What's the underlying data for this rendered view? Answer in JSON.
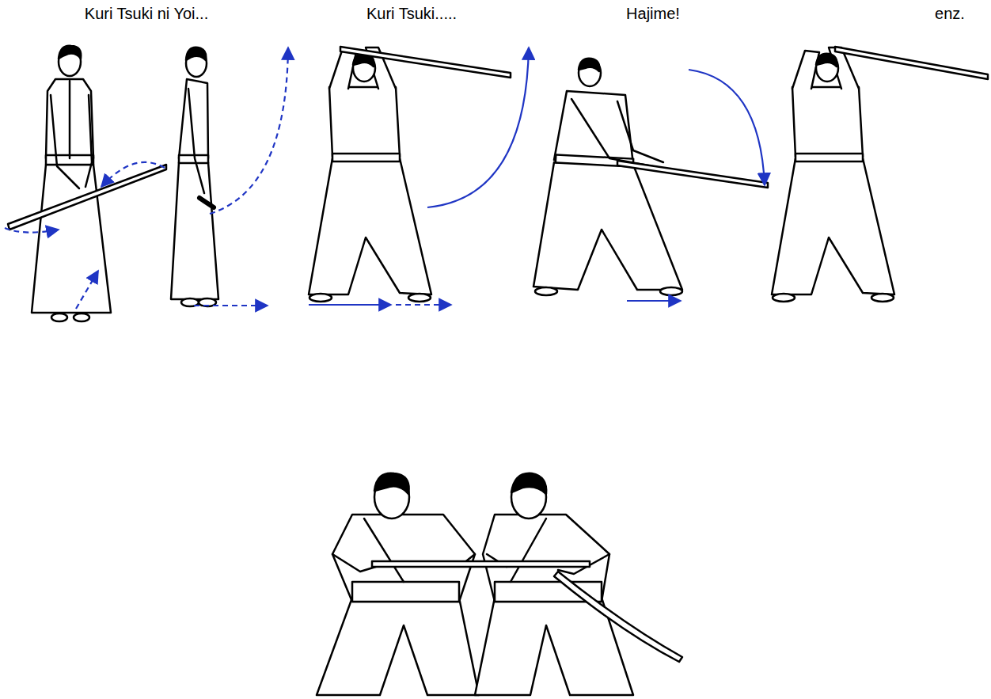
{
  "diagram": {
    "labels": [
      "Kuri Tsuki ni Yoi...",
      "Kuri Tsuki.....",
      "Hajime!",
      "enz."
    ]
  }
}
